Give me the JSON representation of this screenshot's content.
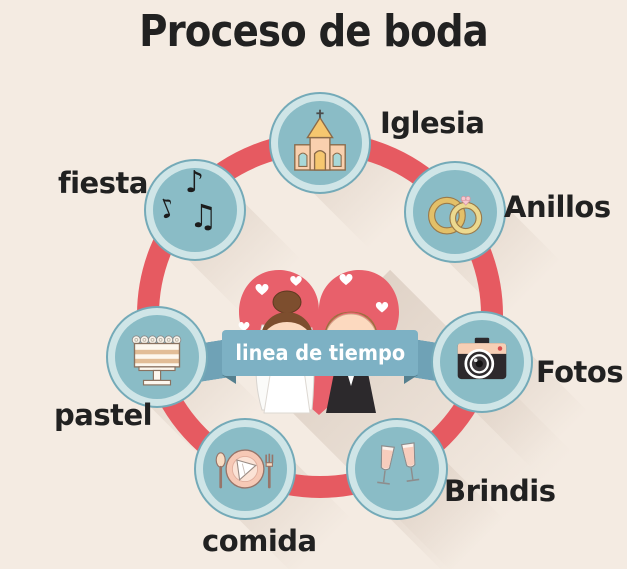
{
  "title": "Proceso de boda",
  "banner": {
    "label": "linea de tiempo"
  },
  "steps": [
    {
      "id": "iglesia",
      "label": "Iglesia",
      "icon": "church-icon"
    },
    {
      "id": "anillos",
      "label": "Anillos",
      "icon": "rings-icon"
    },
    {
      "id": "fotos",
      "label": "Fotos",
      "icon": "camera-icon"
    },
    {
      "id": "brindis",
      "label": "Brindis",
      "icon": "champagne-toast-icon"
    },
    {
      "id": "comida",
      "label": "comida",
      "icon": "dinner-plate-icon"
    },
    {
      "id": "pastel",
      "label": "pastel",
      "icon": "wedding-cake-icon"
    },
    {
      "id": "fiesta",
      "label": "fiesta",
      "icon": "music-notes-icon"
    }
  ],
  "icons": {
    "music_notes": {
      "note1": "♪",
      "note2": "♪",
      "note3": "♫"
    }
  },
  "colors": {
    "background": "#f4ebe2",
    "text": "#212121",
    "ring": "#e65a61",
    "heart": "#e8606b",
    "circle_fill": "#8abcc6",
    "circle_ring": "#cfe5e7",
    "circle_border": "#74aab8",
    "banner": "#7db1c4",
    "banner_tail": "#6fa2b6",
    "banner_fold": "#55808f",
    "banner_text": "#ffffff"
  }
}
